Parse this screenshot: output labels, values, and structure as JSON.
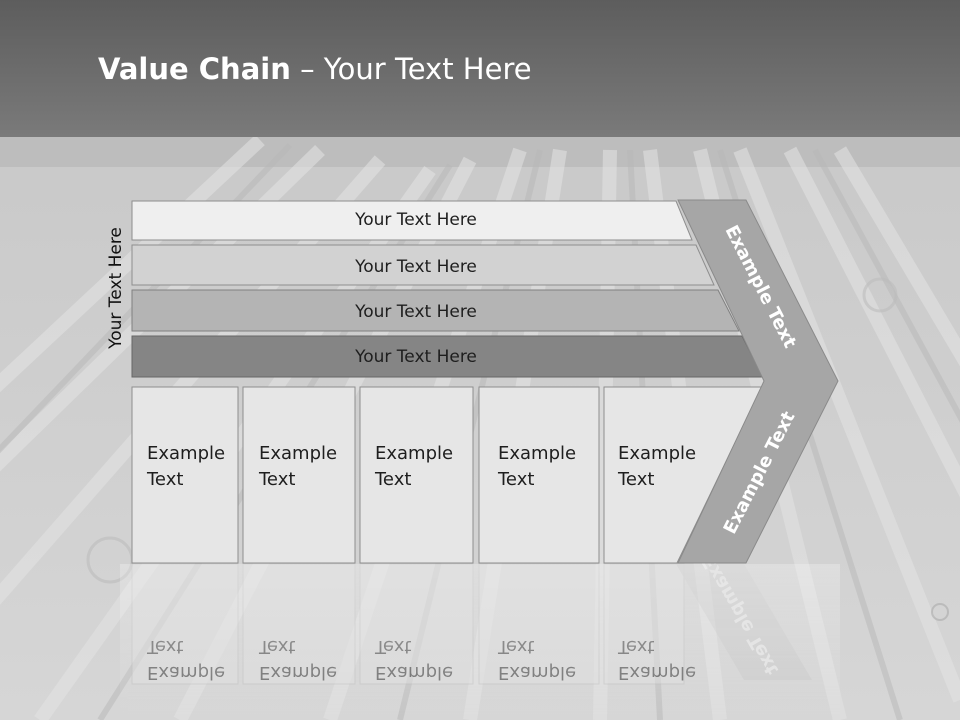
{
  "slide": {
    "title_bold": "Value Chain",
    "title_rest": " – Your Text Here",
    "side_label": "Your Text Here",
    "bars": [
      {
        "label": "Your Text Here"
      },
      {
        "label": "Your Text Here"
      },
      {
        "label": "Your Text Here"
      },
      {
        "label": "Your Text Here"
      }
    ],
    "boxes": [
      {
        "line1": "Example",
        "line2": "Text"
      },
      {
        "line1": "Example",
        "line2": "Text"
      },
      {
        "line1": "Example",
        "line2": "Text"
      },
      {
        "line1": "Example",
        "line2": "Text"
      },
      {
        "line1": "Example",
        "line2": "Text"
      }
    ],
    "chevron": {
      "upper_label": "Example Text",
      "lower_label": "Example Text"
    }
  },
  "colors": {
    "bar1": "#efefef",
    "bar2": "#d2d2d2",
    "bar3": "#b4b4b4",
    "bar4": "#858585",
    "box": "#e6e6e6",
    "chevron": "#a6a6a6"
  }
}
